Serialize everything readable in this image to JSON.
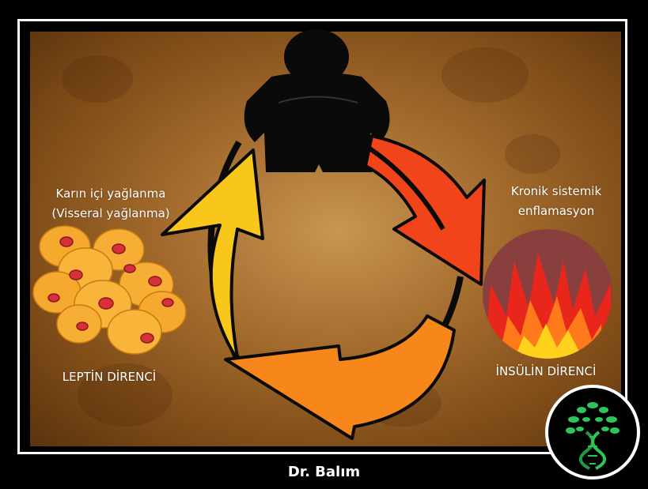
{
  "labels": {
    "visceral": [
      "Karın içi yağlanma",
      "(Visseral yağlanma)"
    ],
    "inflammation": [
      "Kronik sistemik",
      "enflamasyon"
    ],
    "leptin": "LEPTİN DİRENCİ",
    "insulin": "İNSÜLİN DİRENCİ"
  },
  "credit": "Dr. Balım",
  "colors": {
    "arrow_red": "#f2441a",
    "arrow_orange": "#f7871a",
    "arrow_yellow": "#f9c61c",
    "fat_cell": "#f5a92e",
    "nucleus": "#d8303a",
    "fire_bg": "#8a3f3f",
    "flame_outer": "#e8261b",
    "flame_inner": "#ffd21e",
    "logo_leaf": "#2ec45a"
  },
  "icons": [
    "obese-person-silhouette-icon",
    "fat-cells-icon",
    "fire-icon",
    "dna-tree-logo-icon"
  ]
}
